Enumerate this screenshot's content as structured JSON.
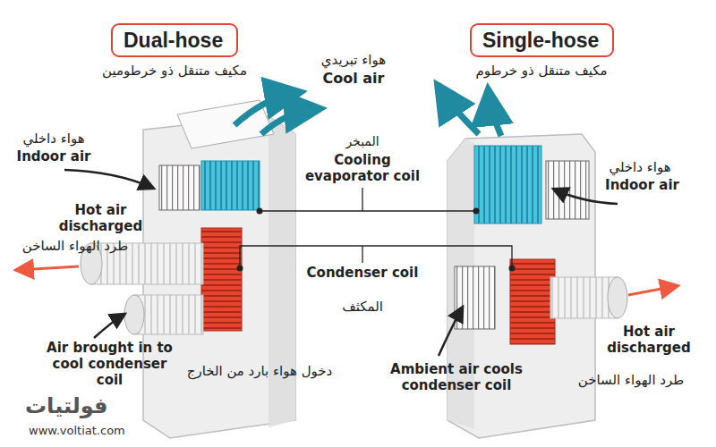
{
  "diagram": {
    "nodes": [
      {
        "text": [
          "Dual-hose"
        ]
      },
      {
        "text": [
          "Single-hose"
        ]
      }
    ],
    "labels": [
      "هواء تبريدي",
      "Cool air",
      "مكيف متنقل ذو خرطومين",
      "مكيف متنقل ذو خرطوم",
      "هواء داخلي",
      "Indoor air",
      "المبخر",
      "Cooling evaporator coil",
      "هواء داخلي",
      "Indoor air",
      "Hot air discharged",
      "طرد الهواء الساخن",
      "Condenser coil",
      "المكثف",
      "Hot air discharged",
      "Air brought in to cool condenser coil",
      "دخول هواء بارد من الخارج",
      "Ambient air cools condenser coil",
      "طرد الهواء الساخن",
      "فولتيات",
      "www.voltiat.com"
    ]
  }
}
